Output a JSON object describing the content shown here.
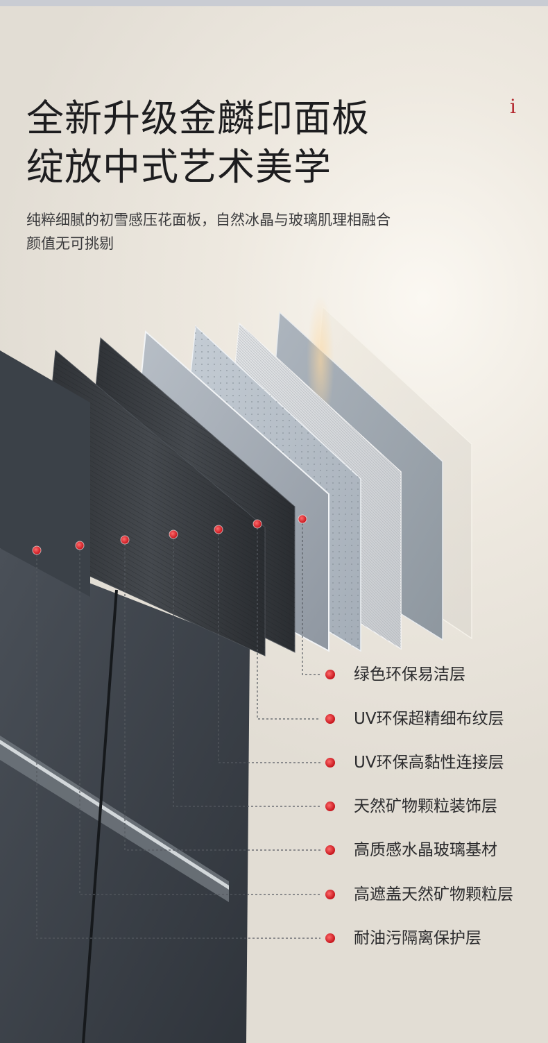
{
  "header": {
    "title_lines": [
      "全新升级金麟印面板",
      "绽放中式艺术美学"
    ],
    "subtitle_lines": [
      "纯粹细腻的初雪感压花面板，自然冰晶与玻璃肌理相融合",
      "颜值无可挑剔"
    ],
    "corner_mark": "i"
  },
  "layers": [
    {
      "label": "绿色环保易洁层"
    },
    {
      "label": "UV环保超精细布纹层"
    },
    {
      "label": "UV环保高黏性连接层"
    },
    {
      "label": "天然矿物颗粒装饰层"
    },
    {
      "label": "高质感水晶玻璃基材"
    },
    {
      "label": "高遮盖天然矿物颗粒层"
    },
    {
      "label": "耐油污隔离保护层"
    }
  ],
  "colors": {
    "accent_red": "#d9252c",
    "panel_dark": "#3a4048",
    "text_dark": "#1d1d1f",
    "brand_mark": "#b3262d"
  }
}
